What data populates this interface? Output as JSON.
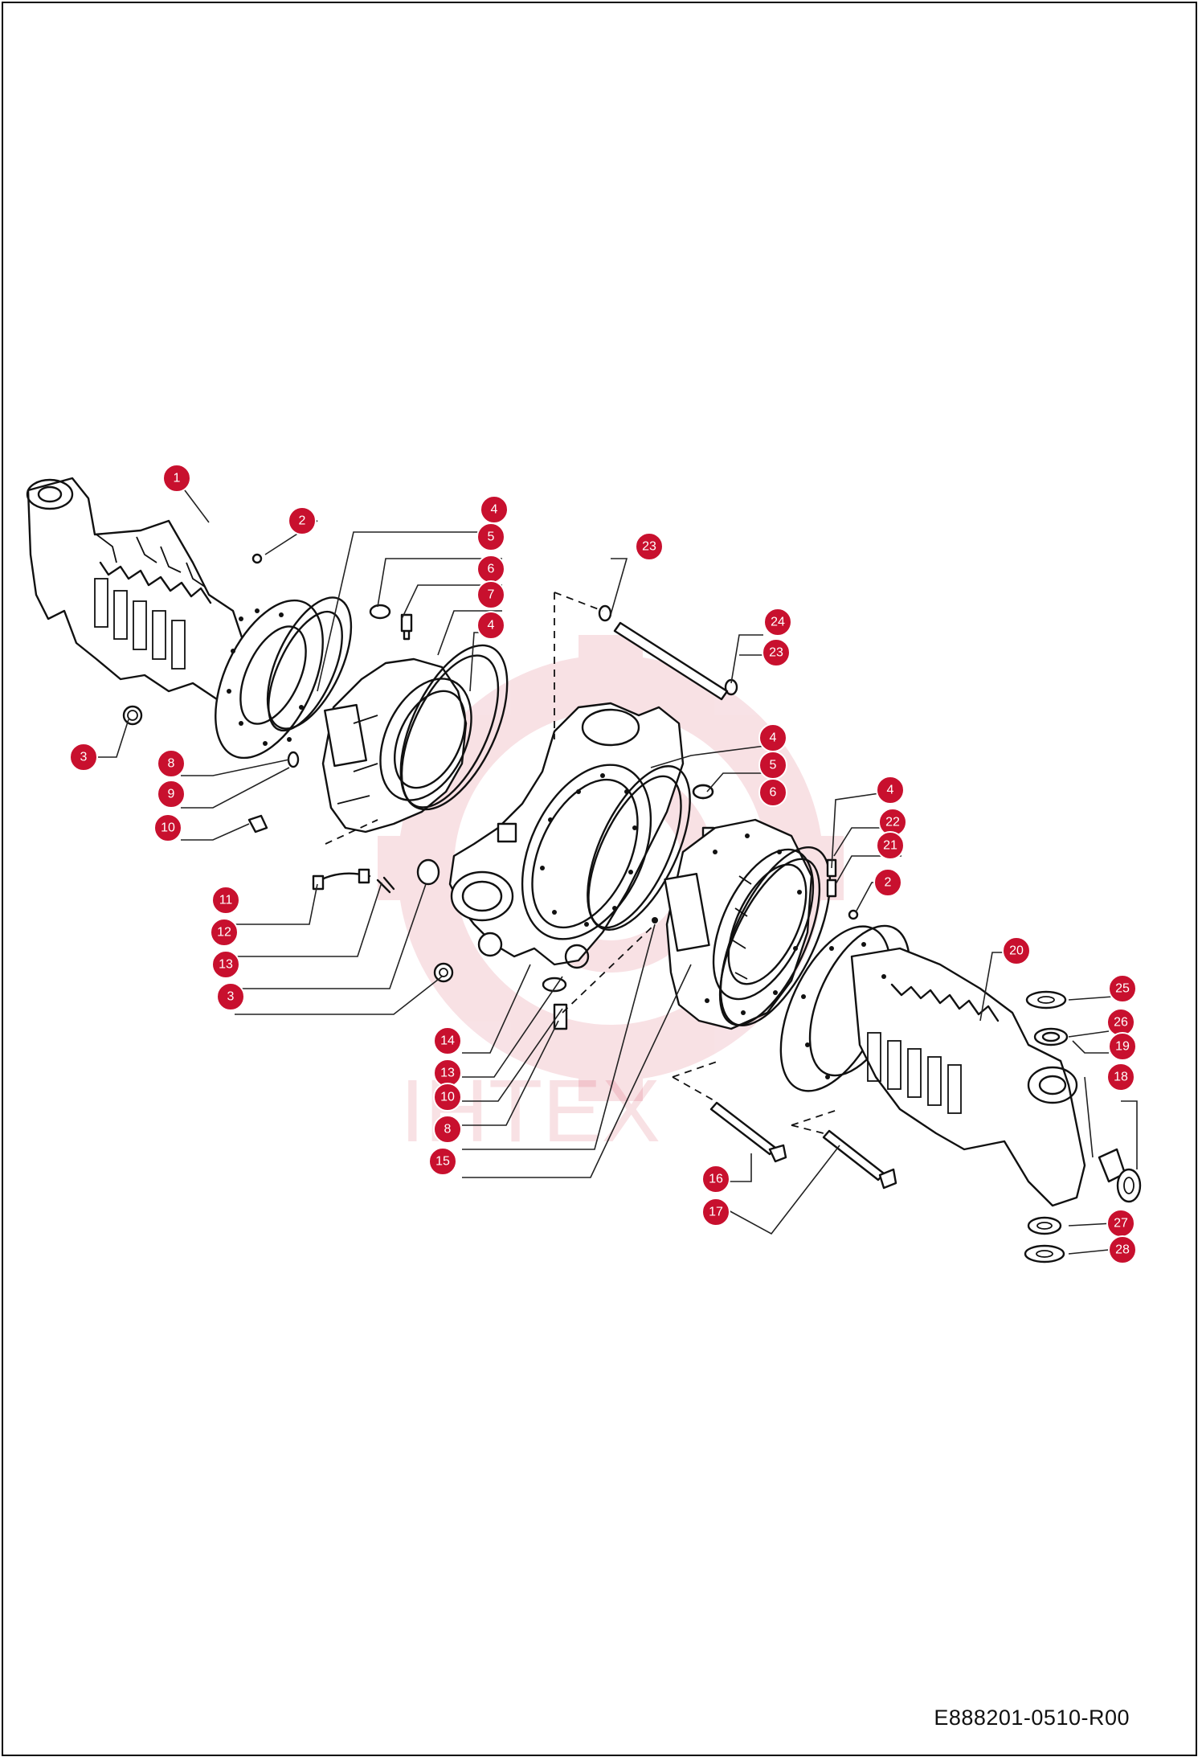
{
  "document_code": "E888201-0510-R00",
  "watermark_text": "IHTEX",
  "callout_color": "#c8102e",
  "callouts": [
    {
      "label": "1"
    },
    {
      "label": "2"
    },
    {
      "label": "3"
    },
    {
      "label": "4"
    },
    {
      "label": "5"
    },
    {
      "label": "6"
    },
    {
      "label": "7"
    },
    {
      "label": "4"
    },
    {
      "label": "8"
    },
    {
      "label": "9"
    },
    {
      "label": "10"
    },
    {
      "label": "11"
    },
    {
      "label": "12"
    },
    {
      "label": "13"
    },
    {
      "label": "3"
    },
    {
      "label": "23"
    },
    {
      "label": "24"
    },
    {
      "label": "23"
    },
    {
      "label": "4"
    },
    {
      "label": "5"
    },
    {
      "label": "6"
    },
    {
      "label": "4"
    },
    {
      "label": "22"
    },
    {
      "label": "21"
    },
    {
      "label": "2"
    },
    {
      "label": "20"
    },
    {
      "label": "25"
    },
    {
      "label": "26"
    },
    {
      "label": "19"
    },
    {
      "label": "18"
    },
    {
      "label": "14"
    },
    {
      "label": "13"
    },
    {
      "label": "10"
    },
    {
      "label": "8"
    },
    {
      "label": "15"
    },
    {
      "label": "16"
    },
    {
      "label": "17"
    },
    {
      "label": "27"
    },
    {
      "label": "28"
    }
  ]
}
